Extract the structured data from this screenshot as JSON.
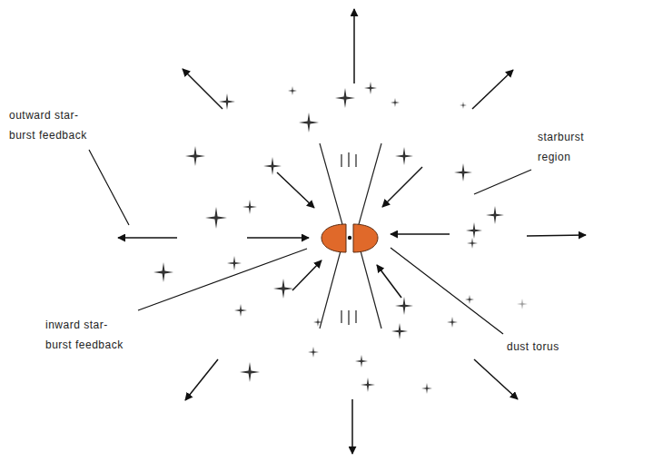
{
  "diagram": {
    "labels": [
      "outward star- burst feedback",
      "starburst region",
      "inward star- burst feedback",
      "dust torus"
    ]
  }
}
